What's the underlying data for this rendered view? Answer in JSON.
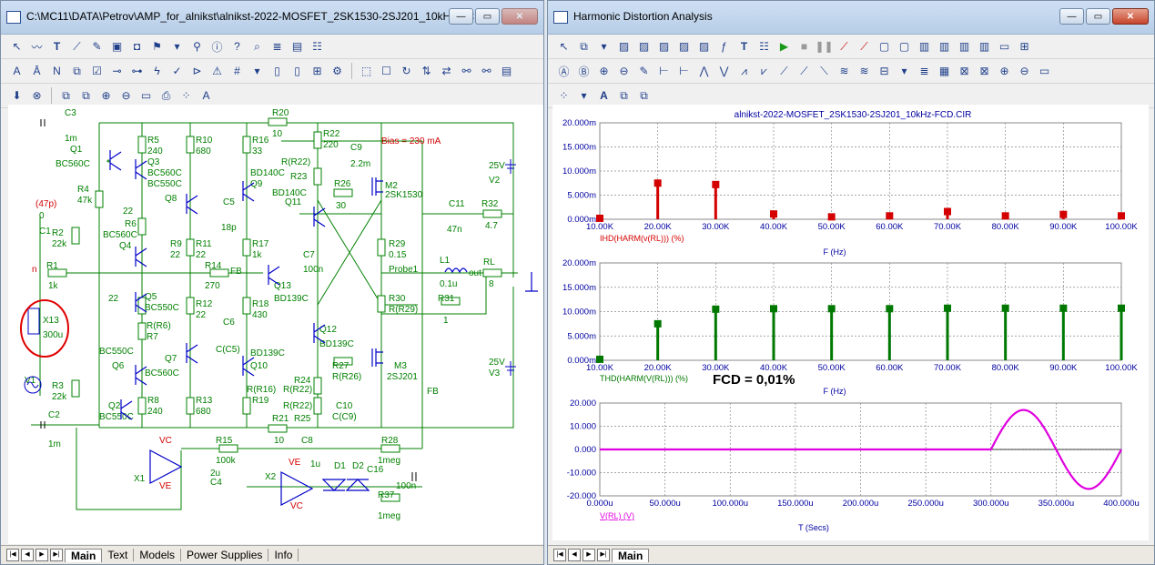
{
  "left_window": {
    "title": "C:\\MC11\\DATA\\Petrov\\AMP_for_alnikst\\alnikst-2022-MOSFET_2SK1530-2SJ201_10kHz-FC...",
    "tabs": [
      "Main",
      "Text",
      "Models",
      "Power Supplies",
      "Info"
    ],
    "active_tab": "Main"
  },
  "right_window": {
    "title": "Harmonic Distortion Analysis",
    "tabs": [
      "Main"
    ],
    "active_tab": "Main"
  },
  "schematic": {
    "labels": {
      "c3": "C3",
      "c3v": "1m",
      "r20": "R20",
      "r20v": "10",
      "r22": "R22",
      "r22v": "220",
      "c9": "C9",
      "c9v": "2.2m",
      "bias": "Bias = 230 mA",
      "q1": "Q1",
      "q1m": "BC560C",
      "r5": "R5",
      "r5v": "240",
      "q3": "Q3",
      "q3m": "BC560C",
      "q3m2": "BC550C",
      "r10": "R10",
      "r10v": "680",
      "r16": "R16",
      "r16v": "33",
      "q9m": "BD140C",
      "q9": "Q9",
      "rr22": "R(R22)",
      "r23": "R23",
      "m2": "M2",
      "m2m": "2SK1530",
      "bd140c": "BD140C",
      "q11": "Q11",
      "r26": "R26",
      "r26v": "30",
      "c5": "C5",
      "c5v": "18p",
      "q8": "Q8",
      "r4": "R4",
      "r4v": "47k",
      "c47p": "(47p)",
      "c0": "0",
      "c1": "C1",
      "r2": "R2",
      "r2v": "22k",
      "v2v": "25V",
      "v2": "V2",
      "c11": "C11",
      "c11v": "47n",
      "r32": "R32",
      "r32v": "4.7",
      "q22": "22",
      "r6": "R6",
      "bc560c": "BC560C",
      "q4": "Q4",
      "r9": "R9",
      "r9v": "22",
      "r11": "R11",
      "r11v": "22",
      "r17": "R17",
      "r17v": "1k",
      "r29": "R29",
      "r29v": "0.15",
      "c7": "C7",
      "c7v": "100n",
      "l1": "L1",
      "l1v": "0.1u",
      "rl": "RL",
      "rlv": "8",
      "r1": "R1",
      "r1v": "1k",
      "r14": "R14",
      "r14v": "270",
      "fb": "FB",
      "probe": "Probe1",
      "out": "out",
      "q13": "Q13",
      "bd139c": "BD139C",
      "q5": "Q5",
      "bc550c": "BC550C",
      "r12": "R12",
      "r12v": "22",
      "r18": "R18",
      "r18v": "430",
      "r30": "R30",
      "r30v": "R(R29)",
      "r31": "R31",
      "r31v": "1",
      "x13": "X13",
      "x13v": "300u",
      "rr6": "R(R6)",
      "r7": "R7",
      "c6": "C6",
      "cc5": "C(C5)",
      "q12": "Q12",
      "q12m": "BD139C",
      "bc550c2": "BC550C",
      "q7": "Q7",
      "q10m": "BD139C",
      "q10": "Q10",
      "m3": "M3",
      "v3v": "25V",
      "v3": "V3",
      "q6": "Q6",
      "bc560c2": "BC560C",
      "r27": "R27",
      "rr26": "R(R26)",
      "m3m": "2SJ201",
      "v1": "V1",
      "r3": "R3",
      "r3v": "22k",
      "r24": "R24",
      "rr22b": "R(R22)",
      "rr16": "R(R16)",
      "r19": "R19",
      "fb2": "FB",
      "q2": "Q2",
      "bc550c3": "BC550C",
      "r8": "R8",
      "r8v": "240",
      "r13": "R13",
      "r13v": "680",
      "rr22c": "R(R22)",
      "r25": "R25",
      "c10": "C10",
      "cc9": "C(C9)",
      "c2": "C2",
      "c2v": "1m",
      "r21": "R21",
      "r21v": "10",
      "r28": "R28",
      "vc": "VC",
      "r15": "R15",
      "r15v": "100k",
      "c8": "C8",
      "c8v": "1u",
      "r28v": "1meg",
      "x1": "X1",
      "ve": "VE",
      "c4v": "2u",
      "c4": "C4",
      "x2": "X2",
      "ve2": "VE",
      "d1": "D1",
      "d2": "D2",
      "c16": "C16",
      "c16v": "100n",
      "r37": "R37",
      "r37v": "1meg",
      "vc2": "VC",
      "n": "n",
      "r22pct": "22"
    }
  },
  "plots": {
    "header": "alnikst-2022-MOSFET_2SK1530-2SJ201_10kHz-FCD.CIR",
    "plot1": {
      "y_ticks": [
        "20.000m",
        "15.000m",
        "10.000m",
        "5.000m",
        "0.000m"
      ],
      "x_ticks": [
        "10.00K",
        "20.00K",
        "30.00K",
        "40.00K",
        "50.00K",
        "60.00K",
        "70.00K",
        "80.00K",
        "90.00K",
        "100.00K"
      ],
      "expr": "IHD(HARM(v(RL))) (%)",
      "xlabel": "F (Hz)",
      "color": "#d40000"
    },
    "plot2": {
      "y_ticks": [
        "20.000m",
        "15.000m",
        "10.000m",
        "5.000m",
        "0.000m"
      ],
      "x_ticks": [
        "10.00K",
        "20.00K",
        "30.00K",
        "40.00K",
        "50.00K",
        "60.00K",
        "70.00K",
        "80.00K",
        "90.00K",
        "100.00K"
      ],
      "expr": "THD(HARM(V(RL))) (%)",
      "annotation": "FCD = 0,01%",
      "xlabel": "F (Hz)",
      "color": "#007800"
    },
    "plot3": {
      "y_ticks": [
        "20.000",
        "10.000",
        "0.000",
        "-10.000",
        "-20.000"
      ],
      "x_ticks": [
        "0.000u",
        "50.000u",
        "100.000u",
        "150.000u",
        "200.000u",
        "250.000u",
        "300.000u",
        "350.000u",
        "400.000u"
      ],
      "expr": "V(RL) (V)",
      "xlabel": "T (Secs)",
      "color": "#e000e0"
    }
  },
  "chart_data": [
    {
      "type": "bar",
      "title": "",
      "ylabel": "IHD(HARM(v(RL))) (%)",
      "xlabel": "F (Hz)",
      "x": [
        10000,
        20000,
        30000,
        40000,
        50000,
        60000,
        70000,
        80000,
        90000,
        100000
      ],
      "values": [
        0.0002,
        0.0075,
        0.0072,
        0.0011,
        0.0005,
        0.0007,
        0.0016,
        0.0007,
        0.001,
        0.0007
      ],
      "ylim": [
        0,
        0.02
      ],
      "xlim": [
        10000,
        100000
      ],
      "grid": true
    },
    {
      "type": "bar",
      "title": "",
      "ylabel": "THD(HARM(V(RL))) (%)",
      "xlabel": "F (Hz)",
      "x": [
        10000,
        20000,
        30000,
        40000,
        50000,
        60000,
        70000,
        80000,
        90000,
        100000
      ],
      "values": [
        0.0002,
        0.0075,
        0.0105,
        0.0106,
        0.0106,
        0.0106,
        0.0107,
        0.0107,
        0.0107,
        0.0107
      ],
      "ylim": [
        0,
        0.02
      ],
      "xlim": [
        10000,
        100000
      ],
      "grid": true
    },
    {
      "type": "line",
      "title": "",
      "ylabel": "V(RL) (V)",
      "xlabel": "T (Secs)",
      "series": [
        {
          "x": [
            0.0,
            0.0003,
            0.000325,
            0.00035,
            0.000375,
            0.0004
          ],
          "y": [
            0,
            0,
            17,
            0,
            -17,
            0
          ]
        }
      ],
      "ylim": [
        -20,
        20
      ],
      "xlim": [
        0,
        0.0004
      ],
      "grid": true
    }
  ]
}
